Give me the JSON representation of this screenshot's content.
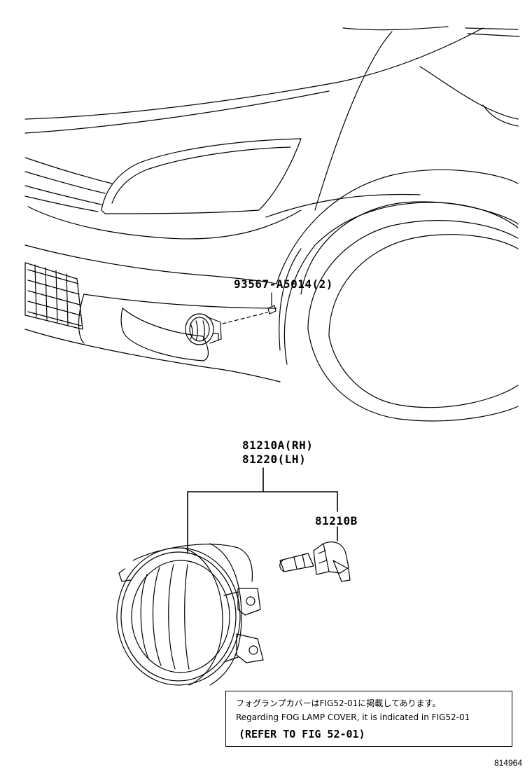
{
  "parts": {
    "bolt": {
      "number": "93567-A5014(2)"
    },
    "fog_lamp_rh": {
      "number": "81210A(RH)"
    },
    "fog_lamp_lh": {
      "number": "81220(LH)"
    },
    "bulb": {
      "number": "81210B"
    }
  },
  "note": {
    "line_ja": "フォグランプカバーはFIG52-01に掲載してあります。",
    "line_en": "Regarding FOG LAMP COVER, it is indicated in FIG52-01",
    "reference": "(REFER TO FIG 52-01)"
  },
  "figure_id": "814964",
  "colors": {
    "line": "#000000",
    "background": "#ffffff"
  }
}
